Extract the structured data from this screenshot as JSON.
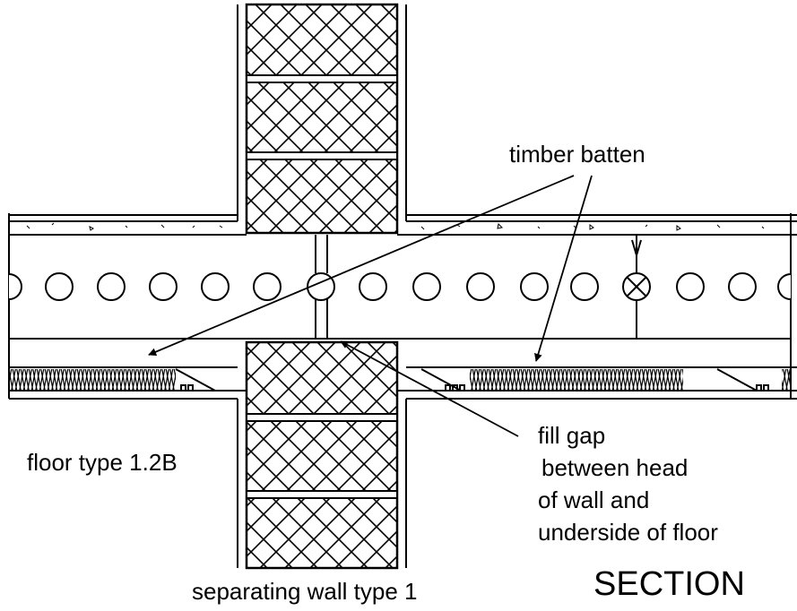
{
  "labels": {
    "timber_batten": "timber batten",
    "floor_type": "floor type 1.2B",
    "fill_gap_line1": "fill gap",
    "fill_gap_line2": "between head",
    "fill_gap_line3": "of wall and",
    "fill_gap_line4": "underside of floor",
    "separating_wall": "separating wall type 1",
    "section": "SECTION"
  },
  "colors": {
    "ink": "#000000",
    "paper": "#ffffff"
  }
}
